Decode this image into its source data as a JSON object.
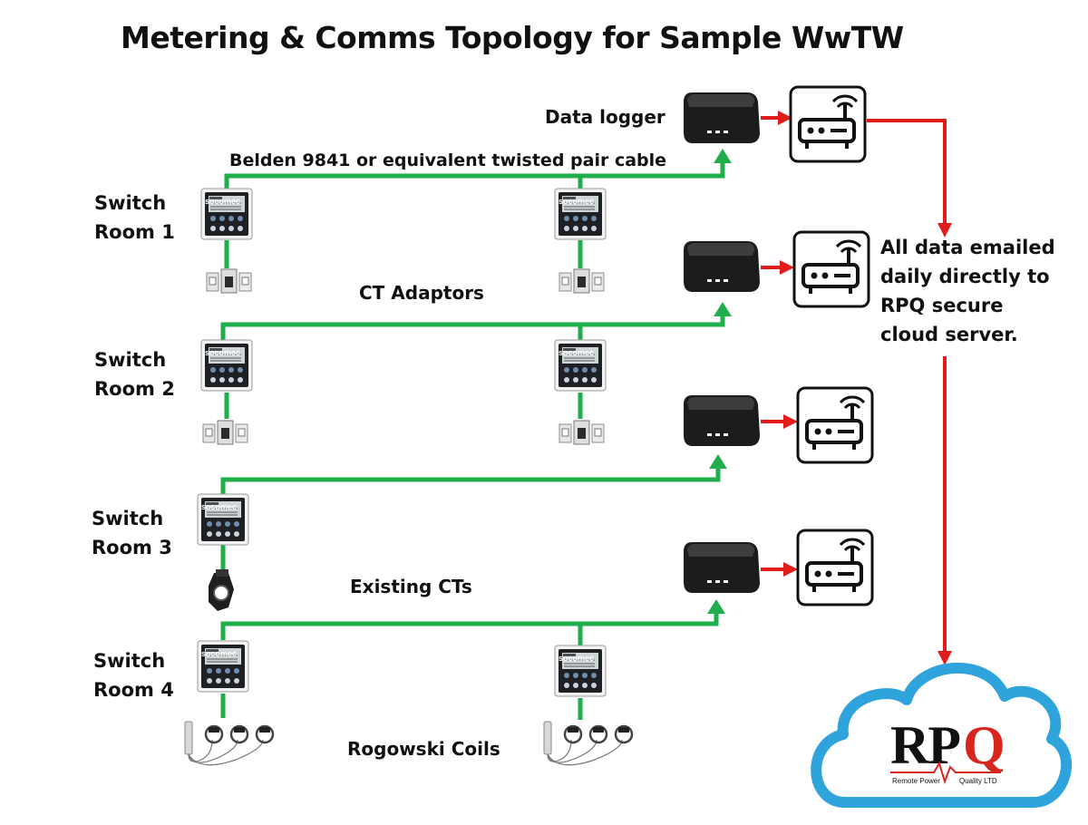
{
  "title": "Metering & Comms Topology for Sample WwTW",
  "labels": {
    "data_logger": "Data logger",
    "cable": "Belden 9841 or equivalent twisted pair cable",
    "ct_adaptors": "CT Adaptors",
    "existing_cts": "Existing CTs",
    "rogowski": "Rogowski Coils"
  },
  "rooms": [
    {
      "line1": "Switch",
      "line2": "Room 1"
    },
    {
      "line1": "Switch",
      "line2": "Room 2"
    },
    {
      "line1": "Switch",
      "line2": "Room 3"
    },
    {
      "line1": "Switch",
      "line2": "Room 4"
    }
  ],
  "note": {
    "line1": "All data emailed",
    "line2": "daily directly to",
    "line3": "RPQ secure",
    "line4": "cloud server."
  },
  "meter_brand": "socomec",
  "logo": {
    "text": "RPQ",
    "subtitle_left": "Remote Power",
    "subtitle_right": "Quality LTD"
  },
  "colors": {
    "cable": "#1fae4b",
    "data_link": "#e31b1b",
    "cloud_outline": "#2ea3dc",
    "logo_red": "#d7261e",
    "device_dark": "#1a1a1a"
  },
  "icons": [
    "meter-icon",
    "ct-adaptor-icon",
    "split-core-ct-icon",
    "rogowski-coil-icon",
    "data-logger-icon",
    "router-icon",
    "cloud-icon"
  ]
}
